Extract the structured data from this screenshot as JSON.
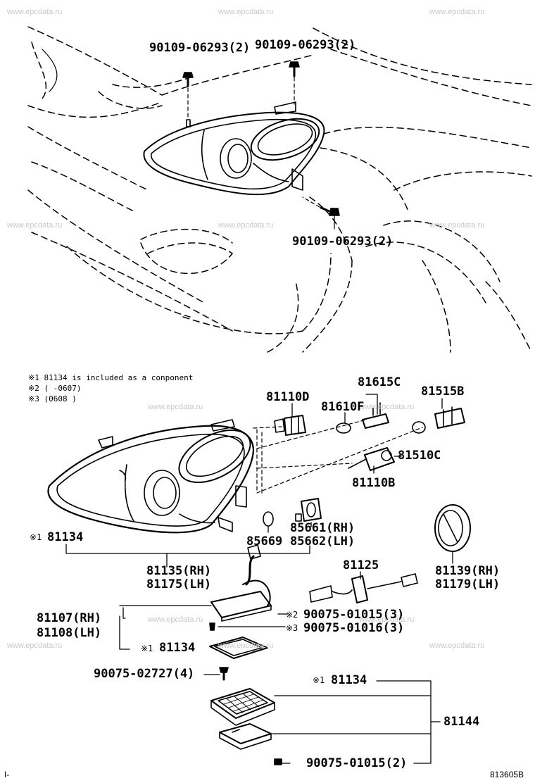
{
  "watermark": "www.epcdata.ru",
  "notes": [
    "※1 81134 is included as a conponent",
    "※2 (    -0607)",
    "※3 (0608      )"
  ],
  "labels": {
    "bolt_top_left": "90109-06293(2)",
    "bolt_top_right": "90109-06293(2)",
    "bolt_mid": "90109-06293(2)",
    "p81110D": "81110D",
    "p81615C": "81615C",
    "p81515B": "81515B",
    "p81610F": "81610F",
    "p81510C": "81510C",
    "p81110B": "81110B",
    "p85661": "85661(RH)",
    "p85662": "85662(LH)",
    "p85669": "85669",
    "p81134_a": "81134",
    "p81134_a_mark": "※1",
    "p81135": "81135(RH)",
    "p81175": "81175(LH)",
    "p81125": "81125",
    "p81139": "81139(RH)",
    "p81179": "81179(LH)",
    "p81107": "81107(RH)",
    "p81108": "81108(LH)",
    "p90075_01015_3": "90075-01015(3)",
    "p90075_01015_3_mark": "※2",
    "p90075_01016_3": "90075-01016(3)",
    "p90075_01016_3_mark": "※3",
    "p81134_b": "81134",
    "p81134_b_mark": "※1",
    "p90075_02727": "90075-02727(4)",
    "p81134_c": "81134",
    "p81134_c_mark": "※1",
    "p81144": "81144",
    "p90075_01015_2": "90075-01015(2)",
    "footer_left": "I-",
    "diagram_code": "813605B"
  }
}
